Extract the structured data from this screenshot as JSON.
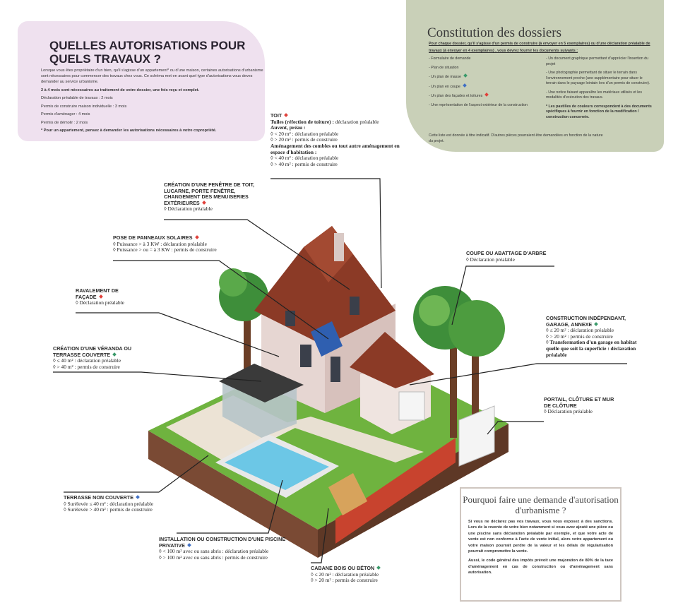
{
  "colors": {
    "red": "#e0403a",
    "green": "#3a9a6a",
    "blue": "#3f6fc4",
    "pink_panel": "#efe1ef",
    "green_panel": "#c9d0b8"
  },
  "intro": {
    "title": "QUELLES AUTORISATIONS POUR QUELS TRAVAUX ?",
    "paragraph": "Lorsque vous êtes propriétaire d'un bien, qu'il s'agisse d'un appartement* ou d'une maison, certaines autorisations d'urbanisme sont nécessaires pour commencer des travaux chez vous. Ce schéma met en avant quel type d'autorisations vous devez demander au service urbanisme.",
    "delay": "2 à 4 mois sont nécessaires au traitement de votre dossier, une fois reçu et complet.",
    "items": [
      "Déclaration préalable de travaux : 2 mois",
      "Permis de construire maison individuelle : 3 mois",
      "Permis d'aménager : 4 mois",
      "Permis de démolir : 2 mois"
    ],
    "footnote": "* Pour un appartement, pensez à demander les autorisations nécessaires à votre copropriété."
  },
  "dossiers": {
    "title": "Constitution des dossiers",
    "intro": "Pour chaque dossier, qu'il s'agisse d'un permis de construire (à envoyer en 5 exemplaires) ou d'une déclaration préalable de travaux (à envoyer en 4 exemplaires) , vous devrez fournir les documents suivants :",
    "col1": [
      {
        "text": "- Formulaire de demande",
        "marker": ""
      },
      {
        "text": "- Plan de situation",
        "marker": ""
      },
      {
        "text": "- Un plan de masse",
        "marker": "green"
      },
      {
        "text": "- Un plan en coupe",
        "marker": "blue"
      },
      {
        "text": "- Un plan des façades et toitures",
        "marker": "red"
      },
      {
        "text": "- Une représentation de l'aspect extérieur de la construction",
        "marker": ""
      }
    ],
    "col2": [
      "- Un document graphique permettant d'apprécier l'insertion du projet",
      "- Une photographie permettant de situer le terrain dans l'environnement proche (une supplémentaire pour situer le terrain dans le paysage lointain lors d'un permis de construire).",
      "- Une notice faisant apparaître les matériaux utilisés et les modalités d'exécution des travaux."
    ],
    "note": "* Les pastilles de couleurs correspondent à des documents spécifiques à fournir en fonction de la modification / construction concernée.",
    "footer": "Cette liste est donnée à titre indicatif. D'autres pièces pourraient être demandées en fonction de la nature du projet."
  },
  "why": {
    "title": "Pourquoi faire une demande d'autorisation d'urbanisme ?",
    "p1": "Si vous ne déclarez pas vos travaux, vous vous exposez à des sanctions. Lors de la revente de votre bien notamment si vous avez ajouté une pièce ou une piscine sans déclaration préalable par exemple, et que votre acte de vente est non conforme à l'acte de vente initial, alors votre appartement ou votre maison pourrait perdre de la valeur et les délais de régularisation pourrait compromettre la vente.",
    "p2": "Aussi, le code général des impôts prévoit une majoration de 80% de la taxe d'aménagement en cas de construction ou d'aménagement sans autorisation."
  },
  "labels": {
    "toit": {
      "title": "TOIT",
      "marker": "red",
      "lines": [
        {
          "b": "Tuiles (réfection de toiture) :",
          "t": " déclaration préalable"
        },
        {
          "b": "Auvent, préau :",
          "t": ""
        },
        {
          "b": "",
          "t": "◊ < 20 m² : déclaration préalable"
        },
        {
          "b": "",
          "t": "◊ > 20 m² : permis de construire"
        },
        {
          "b": "Aménagement des combles ou tout autre aménagement en espace d'habitation :",
          "t": ""
        },
        {
          "b": "",
          "t": "◊ < 40 m² : déclaration préalable"
        },
        {
          "b": "",
          "t": "◊ > 40 m² : permis de construire"
        }
      ]
    },
    "fenetre": {
      "title": "CRÉATION D'UNE FENÊTRE DE TOIT, LUCARNE, PORTE FENÊTRE, CHANGEMENT DES MENUISERIES EXTÉRIEURES",
      "marker": "red",
      "lines": [
        "◊ Déclaration préalable"
      ]
    },
    "solaires": {
      "title": "POSE DE PANNEAUX SOLAIRES",
      "marker": "red",
      "lines": [
        "◊ Puissance > à 3 KW : déclaration préalable",
        "◊ Puissance > ou = à 3 KW : permis de construire"
      ]
    },
    "ravalement": {
      "title": "RAVALEMENT DE FAÇADE",
      "marker": "red",
      "lines": [
        "◊ Déclaration préalable"
      ]
    },
    "veranda": {
      "title": "CRÉATION D'UNE VÉRANDA OU TERRASSE COUVERTE",
      "marker": "green",
      "lines": [
        "◊ ≤ 40 m² : déclaration préalable",
        "◊ > 40 m² : permis de construire"
      ]
    },
    "arbre": {
      "title": "COUPE OU ABATTAGE D'ARBRE",
      "marker": "",
      "lines": [
        "◊ Déclaration préalable"
      ]
    },
    "annexe": {
      "title": "CONSTRUCTION INDÉPENDANT, GARAGE, ANNEXE",
      "marker": "green",
      "lines": [
        "◊ ≤ 20 m² : déclaration préalable",
        "◊ > 20 m² : permis de construire"
      ],
      "bold": "◊ Transformation d'un garage en habitat quelle que soit la superficie : déclaration préalable"
    },
    "portail": {
      "title": "PORTAIL, CLÔTURE ET MUR DE CLÔTURE",
      "marker": "",
      "lines": [
        "◊ Déclaration préalable"
      ]
    },
    "terrasse": {
      "title": "TERRASSE NON COUVERTE",
      "marker": "blue",
      "lines": [
        "◊ Surélevée ≤ 40 m² : déclaration préalable",
        "◊ Surélevée > 40 m² : permis de construire"
      ]
    },
    "piscine": {
      "title": "INSTALLATION OU CONSTRUCTION D'UNE PISCINE PRIVATIVE",
      "marker": "blue",
      "lines": [
        "◊ < 100 m² avec ou sans abris : déclaration préalable",
        "◊ > 100 m² avec ou sans abris : permis de construire"
      ]
    },
    "cabane": {
      "title": "CABANE BOIS OU BÉTON",
      "marker": "green",
      "lines": [
        "◊ ≤ 20 m² : déclaration préalable",
        "◊ > 20 m² : permis de construire"
      ]
    }
  }
}
